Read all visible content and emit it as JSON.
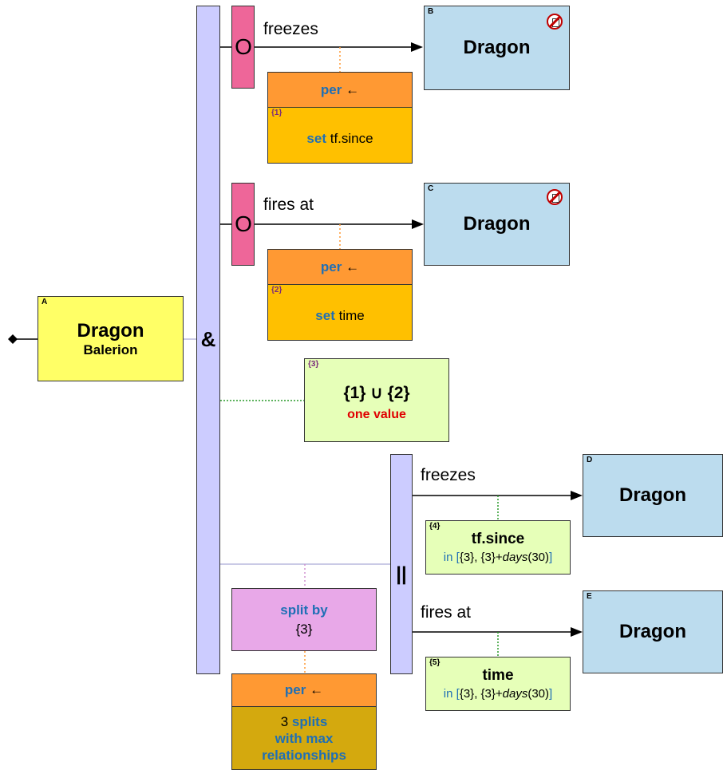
{
  "nodes": {
    "a": {
      "tag": "A",
      "title": "Dragon",
      "subtitle": "Balerion"
    },
    "b": {
      "tag": "B",
      "title": "Dragon"
    },
    "c": {
      "tag": "C",
      "title": "Dragon"
    },
    "d": {
      "tag": "D",
      "title": "Dragon"
    },
    "e": {
      "tag": "E",
      "title": "Dragon"
    }
  },
  "operators": {
    "and": "&",
    "parallel": "||",
    "optional_1": "O",
    "optional_2": "O"
  },
  "edges": {
    "freezes_top": "freezes",
    "fires_at_top": "fires at",
    "freezes_bottom": "freezes",
    "fires_at_bottom": "fires at"
  },
  "per_boxes": {
    "per1": {
      "head_kw": "per",
      "head_arrow": "←",
      "tag": "{1}",
      "body_kw": "set",
      "body_text": "tf.since"
    },
    "per2": {
      "head_kw": "per",
      "head_arrow": "←",
      "tag": "{2}",
      "body_kw": "set",
      "body_text": "time"
    },
    "per3": {
      "head_kw": "per",
      "head_arrow": "←",
      "body_num": "3",
      "body_kw1": "splits",
      "body_kw2": "with max",
      "body_kw3": "relationships"
    }
  },
  "union_box": {
    "tag": "{3}",
    "formula": "{1} ∪ {2}",
    "note": "one value"
  },
  "filter_boxes": {
    "f4": {
      "tag": "{4}",
      "title": "tf.since",
      "in_kw": "in",
      "open": "[",
      "range_a": "{3},",
      "range_b": "{3}+",
      "func": "days",
      "arg": "(30)",
      "close": "]"
    },
    "f5": {
      "tag": "{5}",
      "title": "time",
      "in_kw": "in",
      "open": "[",
      "range_a": "{3},",
      "range_b": "{3}+",
      "func": "days",
      "arg": "(30)",
      "close": "]"
    }
  },
  "split_box": {
    "kw": "split by",
    "value": "{3}"
  },
  "colors": {
    "yellow": "#ffff66",
    "blue": "#bcdcee",
    "green": "#e6ffb8",
    "orange": "#ff9933",
    "gold": "#ffc000",
    "olive": "#d4a90e",
    "pink": "#e8a8e8",
    "lavender": "#ccccff",
    "magenta": "#ee6699",
    "keyword": "#1f6fb5",
    "alert": "#e00000"
  },
  "icons": [
    "no-entry-document-icon",
    "diamond-start-icon",
    "arrowhead-icon"
  ]
}
